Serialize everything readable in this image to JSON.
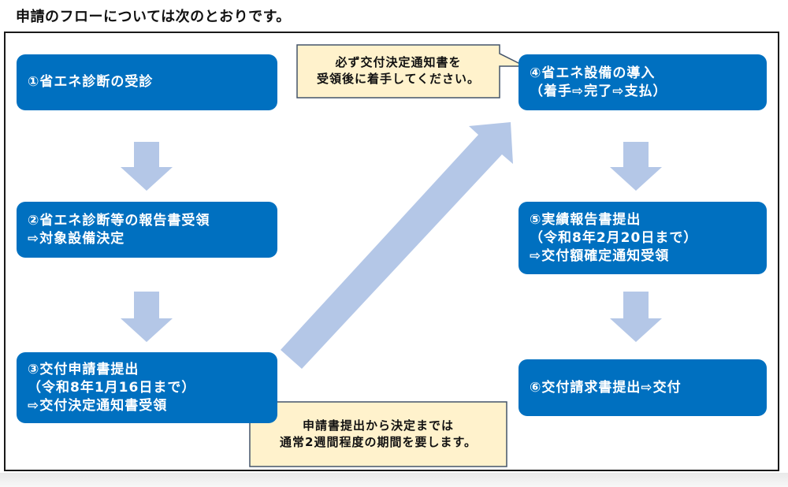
{
  "title": "申請のフローについては次のとおりです。",
  "colors": {
    "step_box": "#0070c0",
    "step_text": "#ffffff",
    "arrow": "#b4c7e7",
    "callout_fill": "#fff2cc",
    "callout_border": "#44546a",
    "frame_border": "#1a1a1a"
  },
  "steps": [
    {
      "id": 1,
      "lines": [
        "①省エネ診断の受診"
      ]
    },
    {
      "id": 2,
      "lines": [
        "②省エネ診断等の報告書受領",
        "⇨対象設備決定"
      ]
    },
    {
      "id": 3,
      "lines": [
        "③交付申請書提出",
        "（令和8年1月16日まで）",
        "⇨交付決定通知書受領"
      ]
    },
    {
      "id": 4,
      "lines": [
        "④省エネ設備の導入",
        "（着手⇨完了⇨支払）"
      ]
    },
    {
      "id": 5,
      "lines": [
        "⑤実績報告書提出",
        "（令和8年2月20日まで）",
        "⇨交付額確定通知受領"
      ]
    },
    {
      "id": 6,
      "lines": [
        "⑥交付請求書提出⇨交付"
      ]
    }
  ],
  "callouts": {
    "top": {
      "lines": [
        "必ず交付決定通知書を",
        "受領後に着手してください。"
      ]
    },
    "bottom": {
      "lines": [
        "申請書提出から決定までは",
        "通常2週間程度の期間を要します。"
      ]
    }
  },
  "arrows": [
    {
      "from": 1,
      "to": 2,
      "direction": "down"
    },
    {
      "from": 2,
      "to": 3,
      "direction": "down"
    },
    {
      "from": 3,
      "to": 4,
      "direction": "diagonal-up-right"
    },
    {
      "from": 4,
      "to": 5,
      "direction": "down"
    },
    {
      "from": 5,
      "to": 6,
      "direction": "down"
    }
  ]
}
